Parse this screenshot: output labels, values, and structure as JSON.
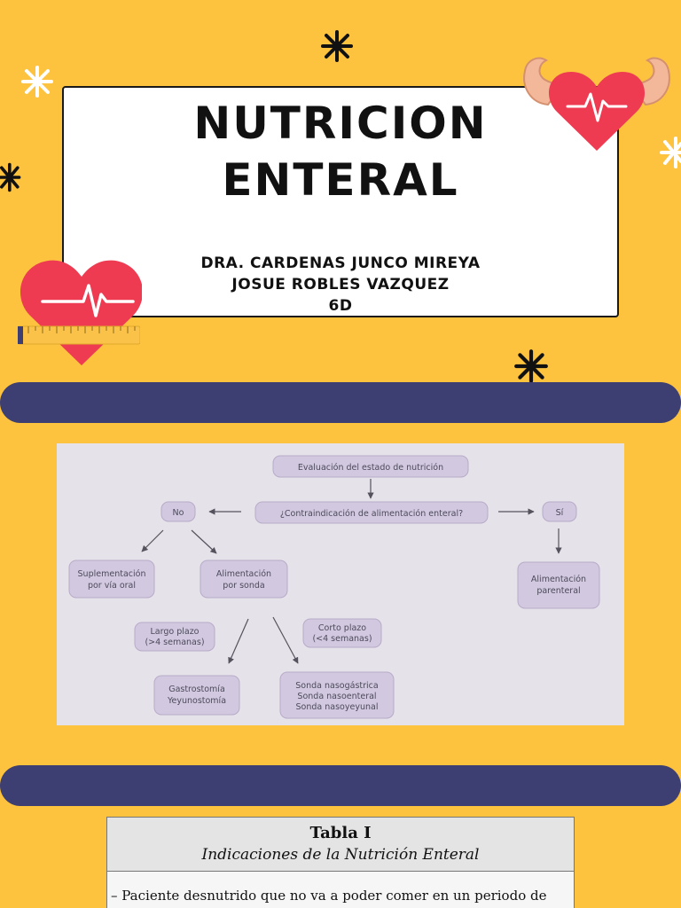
{
  "title": {
    "line1": "NUTRICION",
    "line2": "ENTERAL"
  },
  "authors": {
    "line1": "DRA. CARDENAS JUNCO MIREYA",
    "line2": "JOSUE ROBLES VAZQUEZ",
    "line3": "6D"
  },
  "colors": {
    "background": "#fdc33f",
    "band": "#3d3e71",
    "heart": "#ef3b52"
  },
  "flowchart": {
    "evaluacion": "Evaluación del estado de nutrición",
    "pregunta": "¿Contraindicación de alimentación enteral?",
    "no": "No",
    "si": "Sí",
    "suplementacion_1": "Suplementación",
    "suplementacion_2": "por vía oral",
    "sonda_1": "Alimentación",
    "sonda_2": "por sonda",
    "parenteral_1": "Alimentación",
    "parenteral_2": "parenteral",
    "largo_1": "Largo plazo",
    "largo_2": "(>4 semanas)",
    "corto_1": "Corto plazo",
    "corto_2": "(<4 semanas)",
    "gastro_1": "Gastrostomía",
    "gastro_2": "Yeyunostomía",
    "naso_1": "Sonda nasogástrica",
    "naso_2": "Sonda nasoenteral",
    "naso_3": "Sonda nasoyeyunal"
  },
  "tabla": {
    "title": "Tabla I",
    "subtitle": "Indicaciones de la Nutrición Enteral",
    "row1": "– Paciente desnutrido que no va a poder comer en un periodo de"
  },
  "icons": {
    "sparkle": "sparkle-icon",
    "heart": "heartbeat-heart-icon",
    "flexing_heart": "flexing-heart-icon",
    "ruler": "ruler-icon"
  }
}
